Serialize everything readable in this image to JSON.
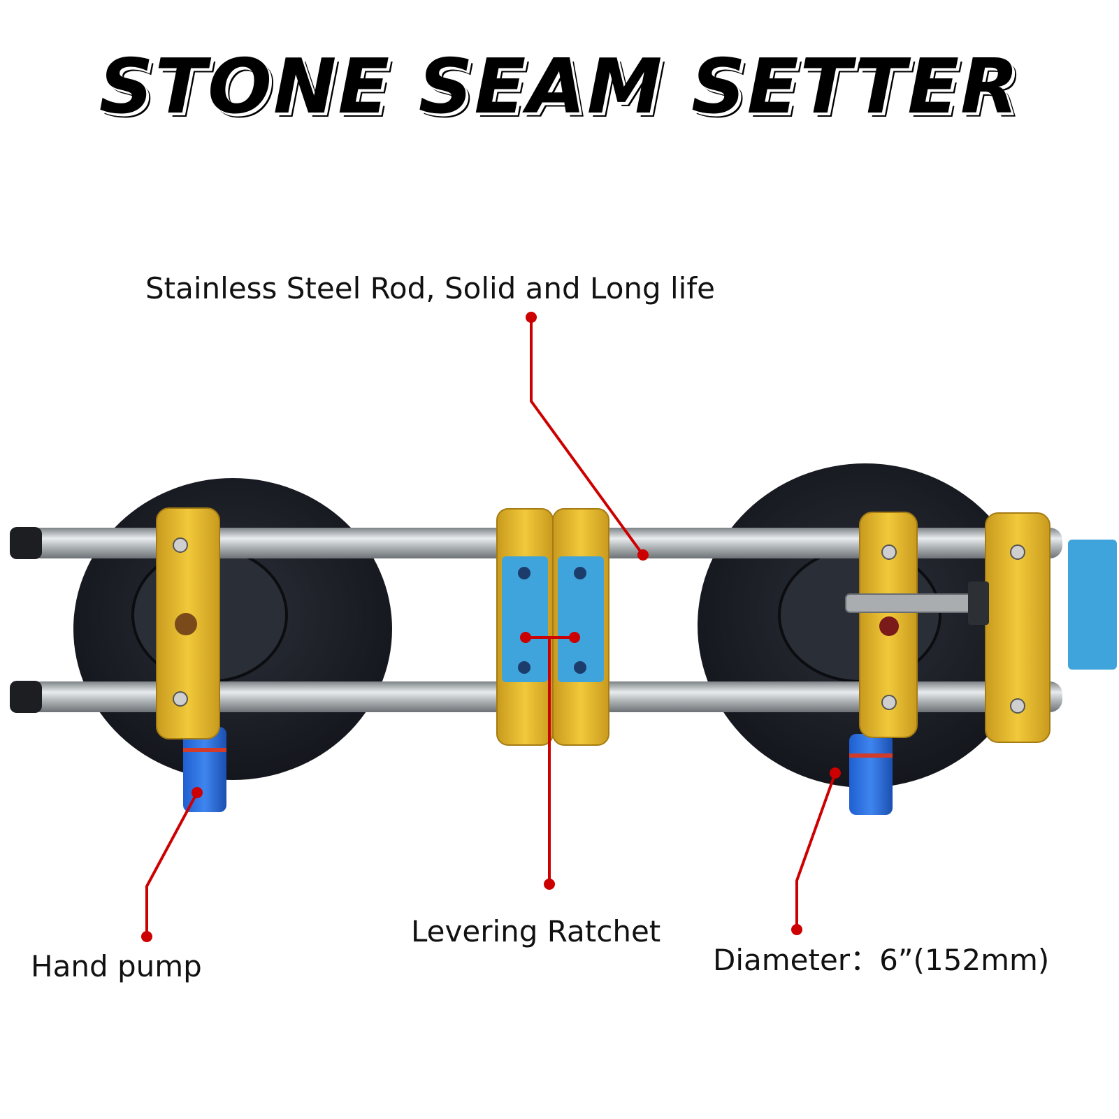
{
  "title": "STONE SEAM SETTER",
  "callouts": {
    "rod": "Stainless Steel Rod, Solid and Long life",
    "ratchet": "Levering Ratchet",
    "pump": "Hand pump",
    "diameter": "Diameter：6”(152mm)"
  },
  "colors": {
    "accent_line": "#cc0000",
    "frame_gold": "#e0b52a",
    "pad_blue": "#3fa4dc",
    "cup_black": "#1a1d24",
    "rod_steel": "#b8bcc0"
  }
}
